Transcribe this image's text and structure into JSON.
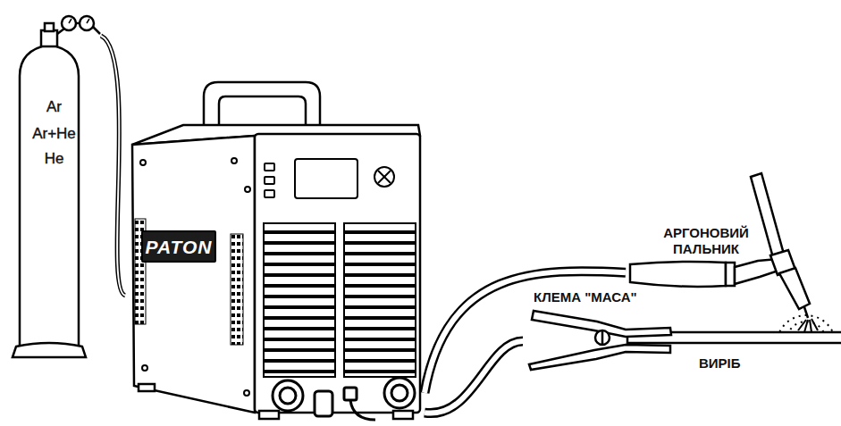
{
  "diagram": {
    "nodes": [
      {
        "text": [
          "Ar",
          "Ar+He",
          "He"
        ]
      },
      {
        "text": [
          "PATON"
        ]
      },
      {
        "text": [
          "АРГОНОВИЙ ПАЛЬНИК"
        ]
      },
      {
        "text": [
          "КЛЕМА \"МАСА\""
        ]
      },
      {
        "text": [
          "ВИРІБ"
        ]
      }
    ],
    "edges": [
      {
        "from": 0,
        "to": 1,
        "arrow": "none"
      },
      {
        "from": 1,
        "to": 2,
        "arrow": "none"
      },
      {
        "from": 1,
        "to": 3,
        "arrow": "none"
      }
    ]
  }
}
